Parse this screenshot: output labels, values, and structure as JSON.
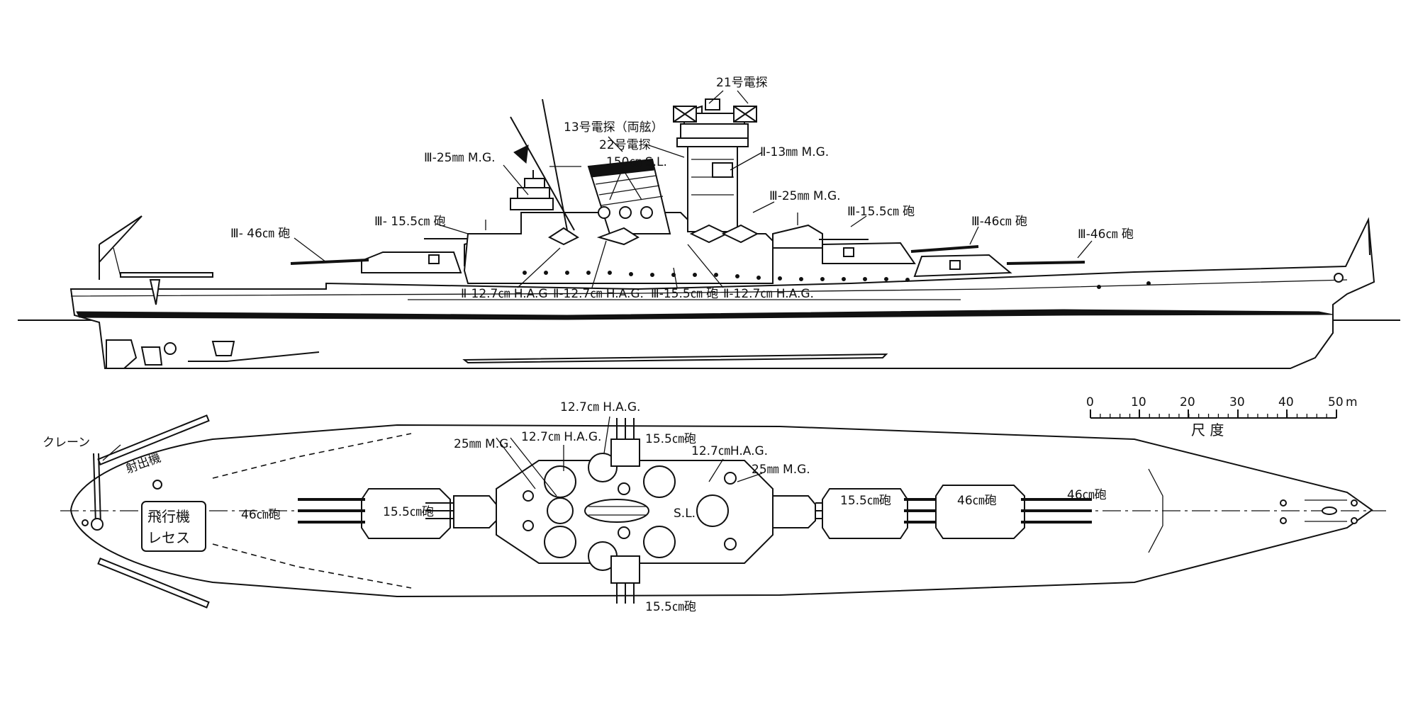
{
  "side_labels": {
    "radar21": "21号電探",
    "radar13": "13号電探（両舷）",
    "radar22": "22号電探",
    "mg13": "Ⅱ-13㎜ M.G.",
    "mg25_top": "Ⅲ-25㎜ M.G.",
    "sl150": "150㎝ S.L.",
    "mg25_right": "Ⅲ-25㎜ M.G.",
    "gun155_left": "Ⅲ- 15.5㎝ 砲",
    "gun155_right": "Ⅲ-15.5㎝ 砲",
    "gun46_left": "Ⅲ- 46㎝ 砲",
    "gun46_right1": "Ⅲ-46㎝ 砲",
    "gun46_right2": "Ⅲ-46㎝ 砲",
    "hag1": "Ⅱ-12.7㎝ H.A.G",
    "hag2": "Ⅱ-12.7㎝ H.A.G.",
    "gun155_mid": "Ⅲ-15.5㎝ 砲",
    "hag3": "Ⅱ-12.7㎝ H.A.G."
  },
  "plan_labels": {
    "crane": "クレーン",
    "catapult": "射出機",
    "aircraft_recess_1": "飛行機",
    "aircraft_recess_2": "レセス",
    "gun46_a": "46㎝砲",
    "gun155_a": "15.5㎝砲",
    "mg25_a": "25㎜ M.G.",
    "hag_a": "12.7㎝ H.A.G.",
    "hag_top": "12.7㎝ H.A.G.",
    "gun155_b": "15.5㎝砲",
    "hag_b": "12.7㎝H.A.G.",
    "mg25_b": "25㎜ M.G.",
    "sl": "S.L.",
    "gun155_c": "15.5㎝砲",
    "gun46_b": "46㎝砲",
    "gun46_c": "46㎝砲",
    "gun155_d": "15.5㎝砲"
  },
  "scale": {
    "ticks": [
      "0",
      "10",
      "20",
      "30",
      "40",
      "50"
    ],
    "unit": "m",
    "caption": "尺 度"
  }
}
